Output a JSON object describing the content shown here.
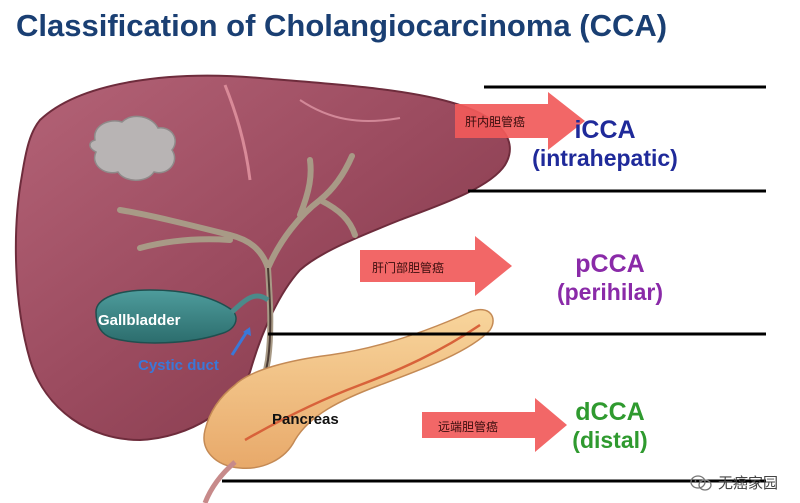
{
  "title": "Classification of Cholangiocarcinoma (CCA)",
  "types": [
    {
      "name": "iCCA",
      "sub": "(intrahepatic)",
      "arrow_text": "肝内胆管癌",
      "color": "#1f2a9a"
    },
    {
      "name": "pCCA",
      "sub": "(perihilar)",
      "arrow_text": "肝门部胆管癌",
      "color": "#8a2aa8"
    },
    {
      "name": "dCCA",
      "sub": "(distal)",
      "arrow_text": "远端胆管癌",
      "color": "#2f9a2f"
    }
  ],
  "organs": {
    "gallbladder": "Gallbladder",
    "cystic_duct": "Cystic duct",
    "pancreas": "Pancreas"
  },
  "watermark": "无癌家园",
  "colors": {
    "title": "#1a3f73",
    "liver": "#9b4a5e",
    "gallbladder": "#3f8a8a",
    "pancreas": "#f3c489",
    "duct": "#a89a86",
    "arrow": "#f15a5a",
    "cystic_duct_label": "#3a78d8"
  }
}
